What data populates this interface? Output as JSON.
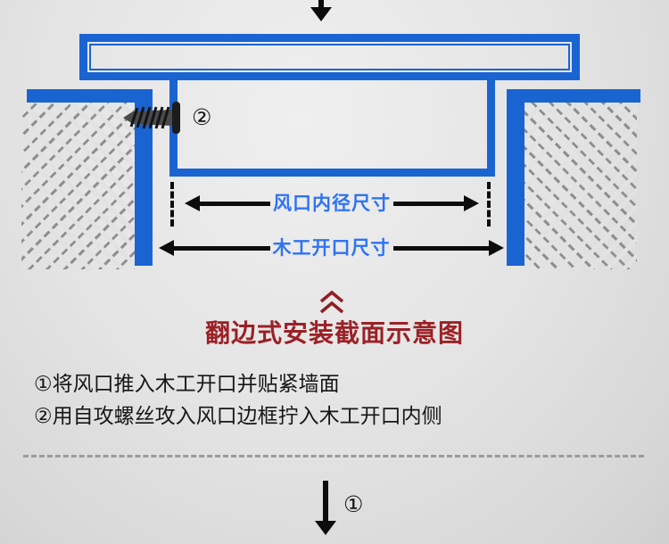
{
  "colors": {
    "blue": "#1a64d2",
    "dimension_text_blue": "#2e73f2",
    "dark_red": "#9b2126",
    "hatch_grey": "#8f8f8f",
    "background_grey": "#e2e2e2"
  },
  "diagram": {
    "top_arrow_icon": "arrow-down",
    "screw_step_label": "②",
    "screw_icon": "self-tapping-screw",
    "inner_dimension_label": "风口内径尺寸",
    "opening_dimension_label": "木工开口尺寸",
    "collapse_icon": "double-chevron-up",
    "title": "翻边式安装截面示意图"
  },
  "instructions": {
    "line1": "①将风口推入木工开口并贴紧墙面",
    "line2": "②用自攻螺丝攻入风口边框拧入木工开口内侧"
  },
  "footer": {
    "arrow_icon": "arrow-down",
    "step_label": "①"
  }
}
